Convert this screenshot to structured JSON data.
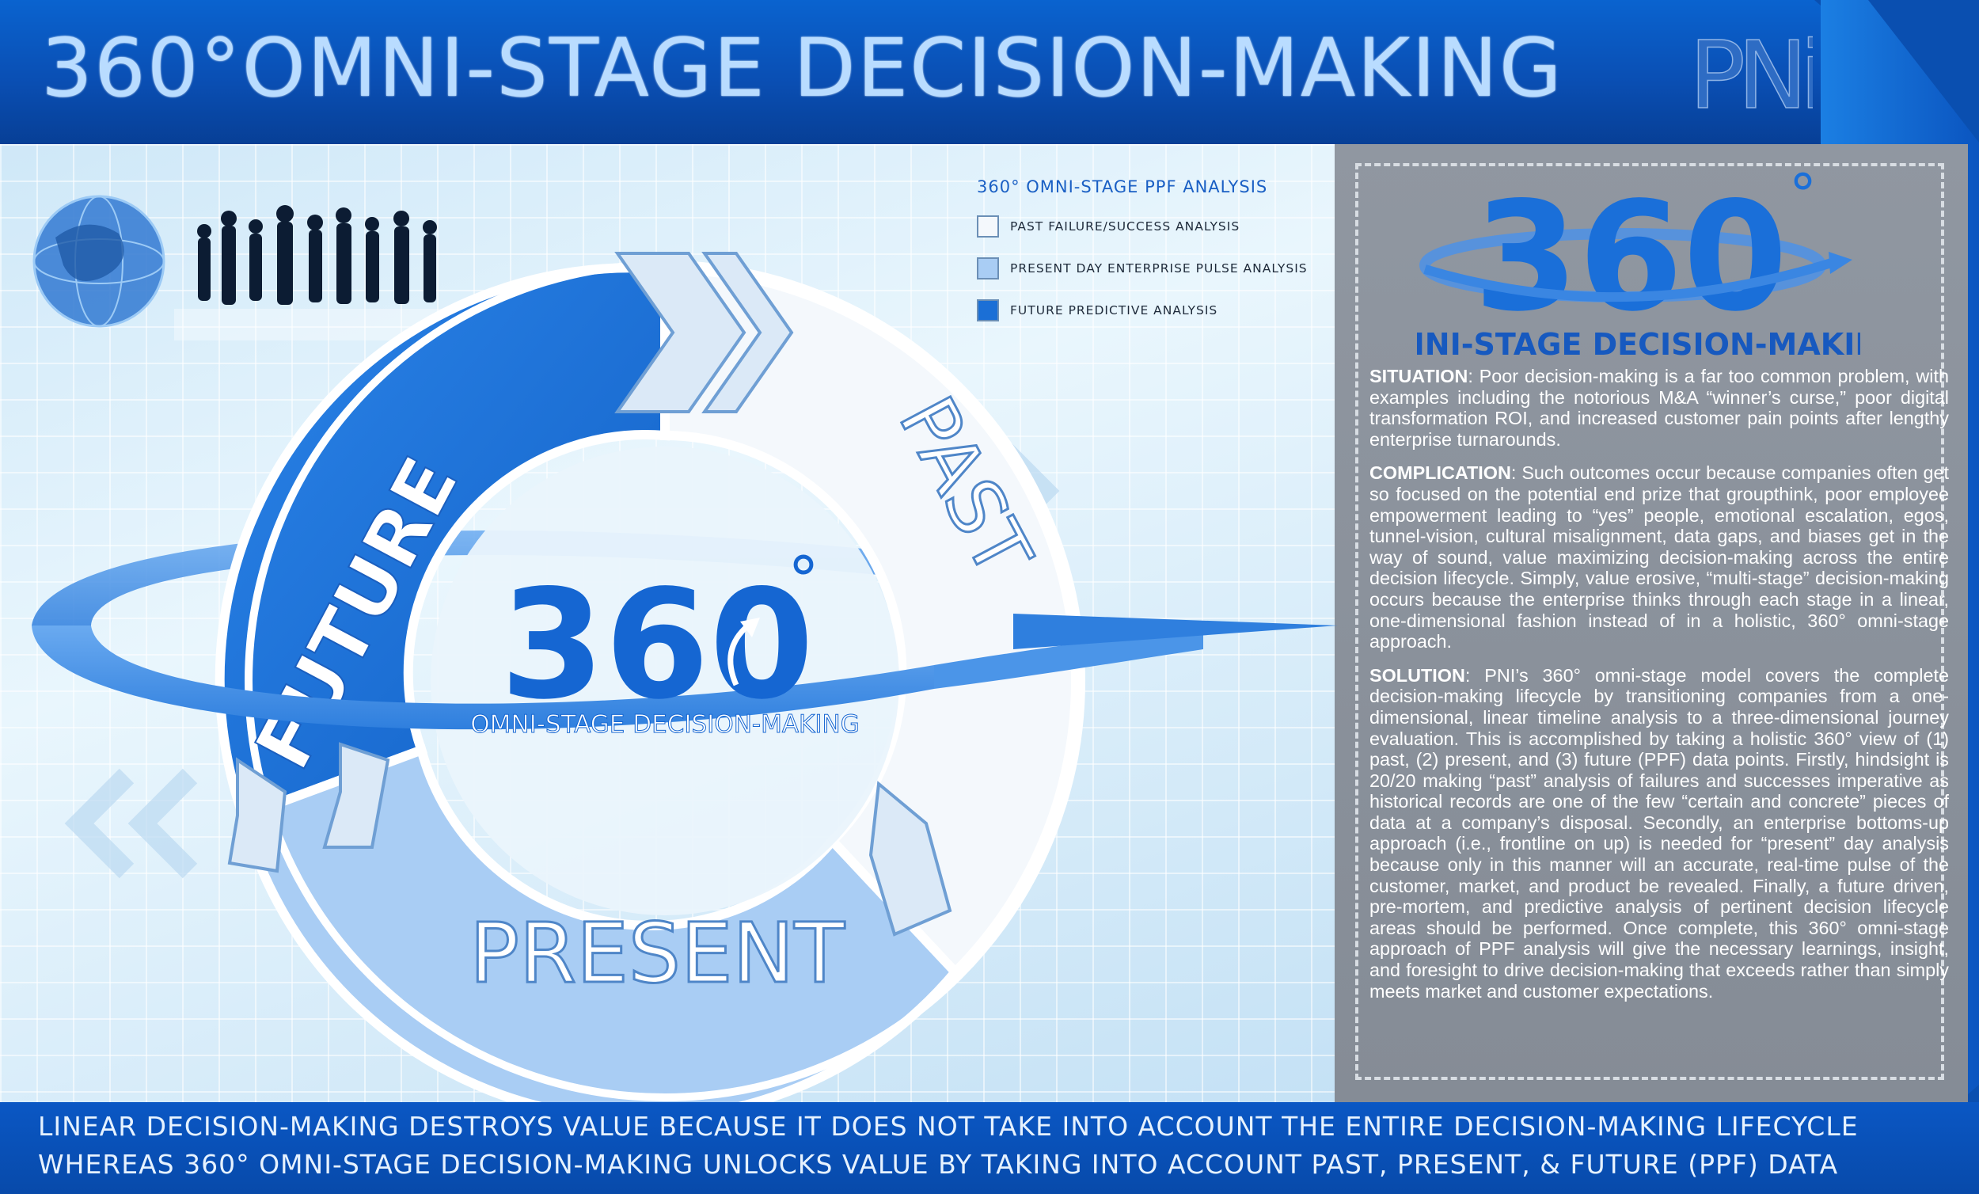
{
  "header": {
    "title": "360°OMNI-STAGE DECISION-MAKING",
    "logo_text": "PNi"
  },
  "legend": {
    "title": "360° OMNI-STAGE PPF ANALYSIS",
    "items": [
      {
        "label": "PAST FAILURE/SUCCESS ANALYSIS",
        "color": "#f4f8fc"
      },
      {
        "label": "PRESENT DAY ENTERPRISE PULSE ANALYSIS",
        "color": "#a9cdf4"
      },
      {
        "label": "FUTURE PREDICTIVE ANALYSIS",
        "color": "#1b6fd6"
      }
    ]
  },
  "diagram": {
    "segments": {
      "future": "FUTURE",
      "past": "PAST",
      "present": "PRESENT"
    },
    "center_number": "360",
    "center_degree": "°",
    "center_caption": "OMNI-STAGE DECISION-MAKING",
    "colors": {
      "future": "#1b6fd6",
      "past": "#f4f8fc",
      "present": "#a9cdf4"
    }
  },
  "panel": {
    "logo_number": "360",
    "logo_degree": "°",
    "logo_caption": "OMNI-STAGE DECISION-MAKING",
    "sections": [
      {
        "heading": "SITUATION",
        "body": ": Poor decision-making is a far too common problem, with examples including the notorious M&A “winner’s curse,” poor digital transformation ROI, and increased customer pain points after lengthy enterprise turnarounds."
      },
      {
        "heading": "COMPLICATION",
        "body": ": Such outcomes occur because companies often get so focused on the potential end prize that groupthink, poor employee empowerment leading to “yes” people, emotional escalation, egos, tunnel-vision, cultural misalignment, data gaps, and biases get in the way of sound, value maximizing decision-making across the entire decision lifecycle. Simply, value erosive, “multi-stage” decision-making occurs because the enterprise thinks through each stage in a linear, one-dimensional fashion instead of in a holistic, 360° omni-stage approach."
      },
      {
        "heading": "SOLUTION",
        "body": ": PNI’s 360° omni-stage model covers the complete decision-making lifecycle by transitioning companies from a one-dimensional, linear timeline analysis to a three-dimensional journey evaluation. This is accomplished by taking a holistic 360° view of (1) past, (2) present, and (3) future (PPF) data points. Firstly, hindsight is 20/20 making “past” analysis of failures and successes imperative as historical records are one of the few “certain and concrete” pieces of data at a company’s disposal. Secondly, an enterprise bottoms-up approach (i.e., frontline on up) is needed for “present” day analysis because only in this manner will an accurate, real-time pulse of the customer, market, and product be revealed. Finally, a future driven, pre-mortem, and predictive analysis of pertinent decision lifecycle areas should be performed. Once complete, this 360° omni-stage approach of PPF analysis will give the necessary learnings, insight, and foresight to drive decision-making that exceeds rather than simply meets market and customer expectations."
      }
    ]
  },
  "footer": {
    "line1": "LINEAR DECISION-MAKING DESTROYS VALUE BECAUSE IT DOES NOT TAKE INTO ACCOUNT THE ENTIRE DECISION-MAKING LIFECYCLE",
    "line2": "WHEREAS 360° OMNI-STAGE DECISION-MAKING UNLOCKS VALUE BY TAKING INTO ACCOUNT PAST, PRESENT, & FUTURE (PPF) DATA"
  }
}
